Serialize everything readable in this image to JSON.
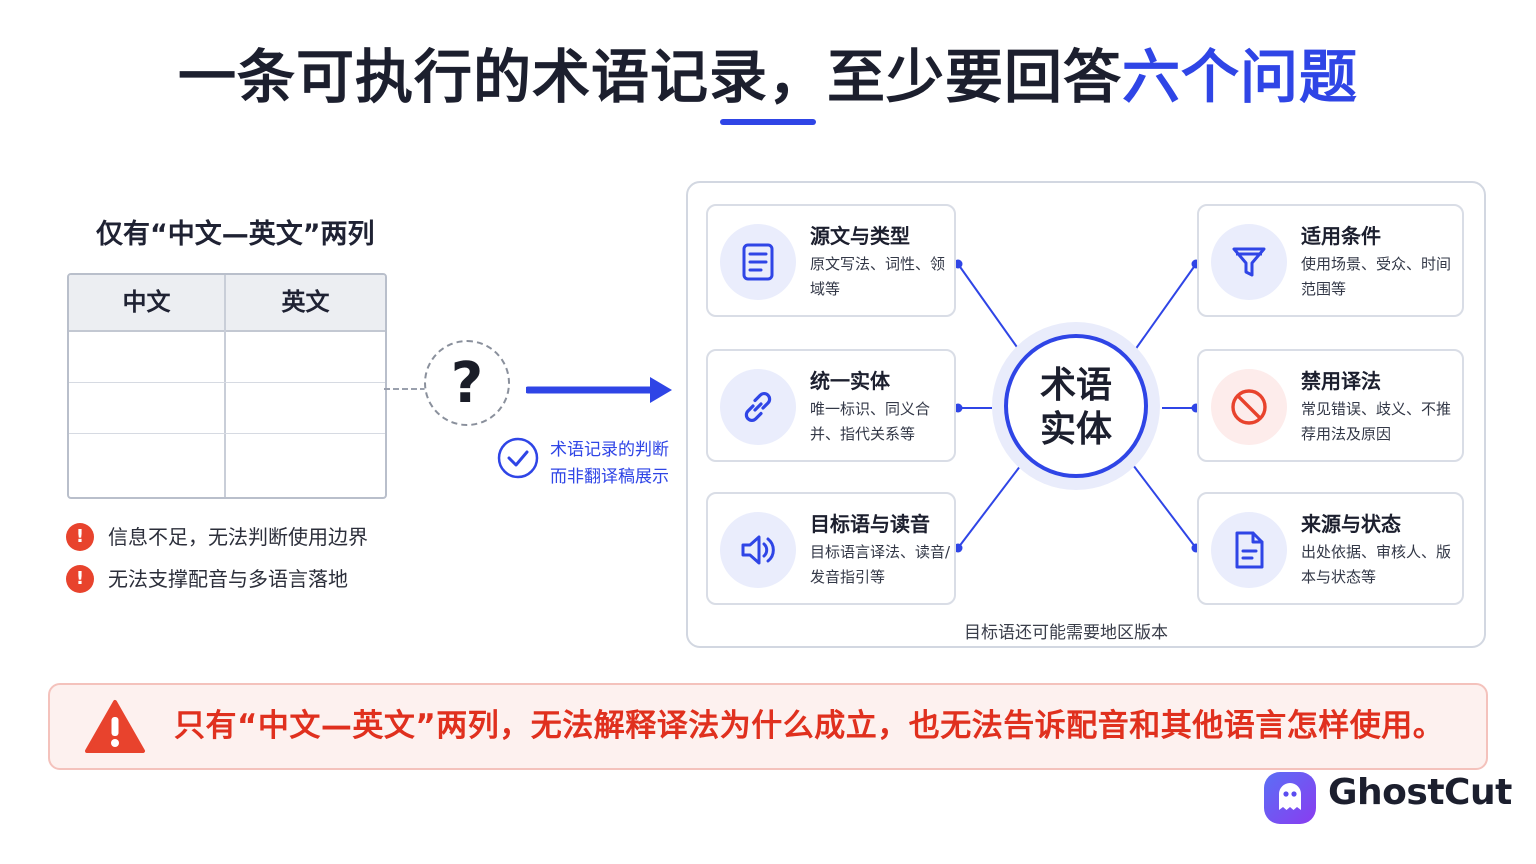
{
  "title": {
    "main": "一条可执行的术语记录，至少要回答",
    "highlight": "六个问题"
  },
  "left": {
    "heading": "仅有“中文—英文”两列",
    "table": {
      "headers": [
        "中文",
        "英文"
      ]
    },
    "question_mark": "?",
    "check_note": [
      "术语记录的判断",
      "而非翻译稿展示"
    ],
    "warnings": [
      "信息不足，无法判断使用边界",
      "无法支撑配音与多语言落地"
    ],
    "warning_icon": "!"
  },
  "center": {
    "line1": "术语",
    "line2": "实体"
  },
  "cards": [
    {
      "title": "源文与类型",
      "desc": "原文写法、词性、领域等",
      "icon": "document-icon"
    },
    {
      "title": "统一实体",
      "desc": "唯一标识、同义合并、指代关系等",
      "icon": "link-icon"
    },
    {
      "title": "目标语与读音",
      "desc": "目标语言译法、读音/发音指引等",
      "icon": "speaker-icon"
    },
    {
      "title": "适用条件",
      "desc": "使用场景、受众、时间范围等",
      "icon": "filter-icon"
    },
    {
      "title": "禁用译法",
      "desc": "常见错误、歧义、不推荐用法及原因",
      "icon": "prohibited-icon"
    },
    {
      "title": "来源与状态",
      "desc": "出处依据、审核人、版本与状态等",
      "icon": "file-icon"
    }
  ],
  "panel_footnote": "目标语还可能需要地区版本",
  "banner": {
    "text": "只有“中文—英文”两列，无法解释译法为什么成立，也无法告诉配音和其他语言怎样使用。"
  },
  "logo": {
    "text": "GhostCut"
  },
  "colors": {
    "accent": "#2f45e6",
    "warning": "#e0301e",
    "icon_bg": "#eaedfc"
  }
}
